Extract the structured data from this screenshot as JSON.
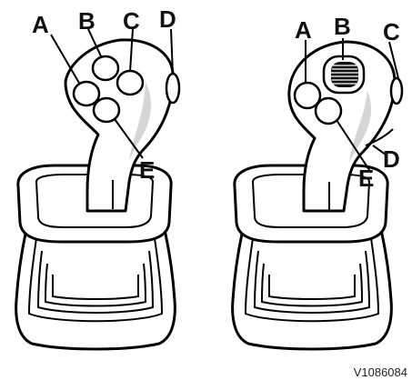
{
  "figure": {
    "left_joystick": {
      "labels": {
        "a": "A",
        "b": "B",
        "c": "C",
        "d": "D",
        "e": "E"
      }
    },
    "right_joystick": {
      "labels": {
        "a": "A",
        "b": "B",
        "c": "C",
        "d": "D",
        "e": "E"
      }
    },
    "figure_code": "V1086084"
  }
}
